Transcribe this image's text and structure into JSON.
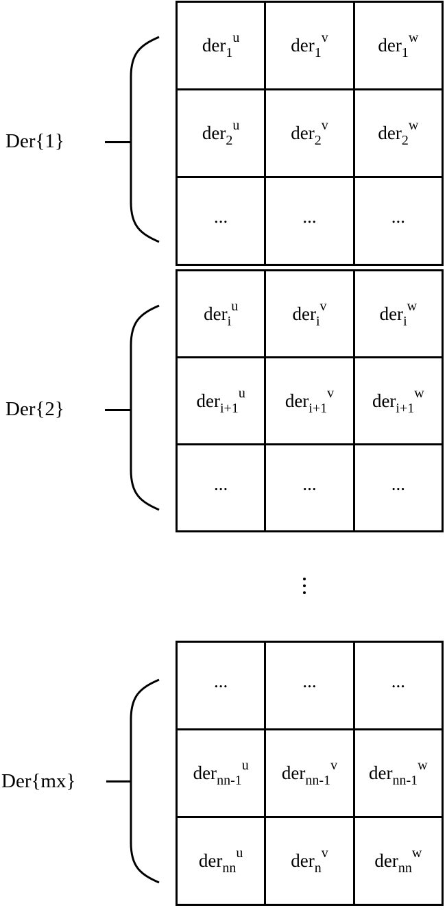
{
  "groups": [
    {
      "label": "Der{1}",
      "rows": [
        [
          {
            "base": "der",
            "sub": "1",
            "sup": "u"
          },
          {
            "base": "der",
            "sub": "1",
            "sup": "v"
          },
          {
            "base": "der",
            "sub": "1",
            "sup": "w"
          }
        ],
        [
          {
            "base": "der",
            "sub": "2",
            "sup": "u"
          },
          {
            "base": "der",
            "sub": "2",
            "sup": "v"
          },
          {
            "base": "der",
            "sub": "2",
            "sup": "w"
          }
        ],
        [
          {
            "text": "..."
          },
          {
            "text": "..."
          },
          {
            "text": "..."
          }
        ]
      ]
    },
    {
      "label": "Der{2}",
      "rows": [
        [
          {
            "base": "der",
            "sub": "i",
            "sup": "u"
          },
          {
            "base": "der",
            "sub": "i",
            "sup": "v"
          },
          {
            "base": "der",
            "sub": "i",
            "sup": "w"
          }
        ],
        [
          {
            "base": "der",
            "sub": "i+1",
            "sup": "u"
          },
          {
            "base": "der",
            "sub": "i+1",
            "sup": "v"
          },
          {
            "base": "der",
            "sub": "i+1",
            "sup": "w"
          }
        ],
        [
          {
            "text": "..."
          },
          {
            "text": "..."
          },
          {
            "text": "..."
          }
        ]
      ]
    },
    {
      "label": "Der{mx}",
      "rows": [
        [
          {
            "text": "..."
          },
          {
            "text": "..."
          },
          {
            "text": "..."
          }
        ],
        [
          {
            "base": "der",
            "sub": "nn-1",
            "sup": "u"
          },
          {
            "base": "der",
            "sub": "nn-1",
            "sup": "v"
          },
          {
            "base": "der",
            "sub": "nn-1",
            "sup": "w"
          }
        ],
        [
          {
            "base": "der",
            "sub": "nn",
            "sup": "u"
          },
          {
            "base": "der",
            "sub": "n",
            "sup": "v"
          },
          {
            "base": "der",
            "sub": "nn",
            "sup": "w"
          }
        ]
      ]
    }
  ],
  "separator_icon": "vertical-ellipsis-icon"
}
